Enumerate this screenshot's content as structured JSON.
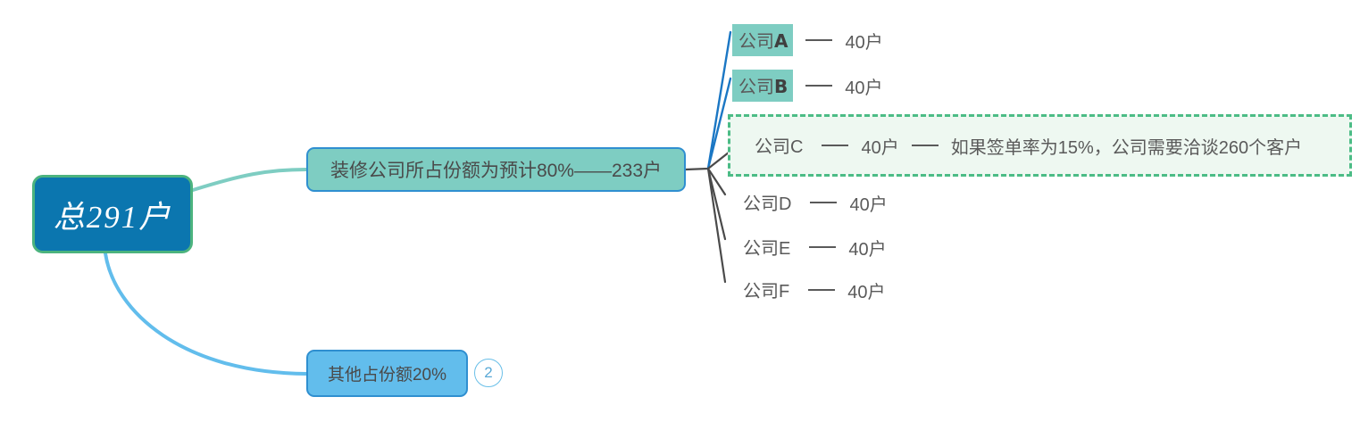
{
  "mindmap": {
    "root": {
      "label": "总291户"
    },
    "branches": [
      {
        "label": "装修公司所占份额为预计80%——233户",
        "edge_color": "#7ecdc2"
      },
      {
        "label": "其他占份额20%",
        "badge": "2",
        "edge_color": "#62bdec"
      }
    ],
    "leaves": [
      {
        "name_cn": "公司",
        "name_letter": "A",
        "value": "40户",
        "note": "",
        "highlighted": true,
        "edge_color": "#1b77c4"
      },
      {
        "name_cn": "公司",
        "name_letter": "B",
        "value": "40户",
        "note": "",
        "highlighted": true,
        "edge_color": "#1b77c4"
      },
      {
        "name_cn": "公司",
        "name_letter": "C",
        "value": "40户",
        "note": "如果签单率为15%，公司需要洽谈260个客户",
        "highlighted": false,
        "edge_color": "#4a4a4a"
      },
      {
        "name_cn": "公司",
        "name_letter": "D",
        "value": "40户",
        "note": "",
        "highlighted": false,
        "edge_color": "#4a4a4a"
      },
      {
        "name_cn": "公司",
        "name_letter": "E",
        "value": "40户",
        "note": "",
        "highlighted": false,
        "edge_color": "#4a4a4a"
      },
      {
        "name_cn": "公司",
        "name_letter": "F",
        "value": "40户",
        "note": "",
        "highlighted": false,
        "edge_color": "#4a4a4a"
      }
    ],
    "colors": {
      "root_fill": "#0b76af",
      "root_border": "#4cb37e",
      "main_node_fill": "#7ecdc2",
      "other_node_fill": "#62bdec",
      "node_border": "#2f8fd0",
      "selection_border": "#4cbc86",
      "selection_fill": "#eef8f1",
      "text": "#5a5a5a"
    }
  }
}
